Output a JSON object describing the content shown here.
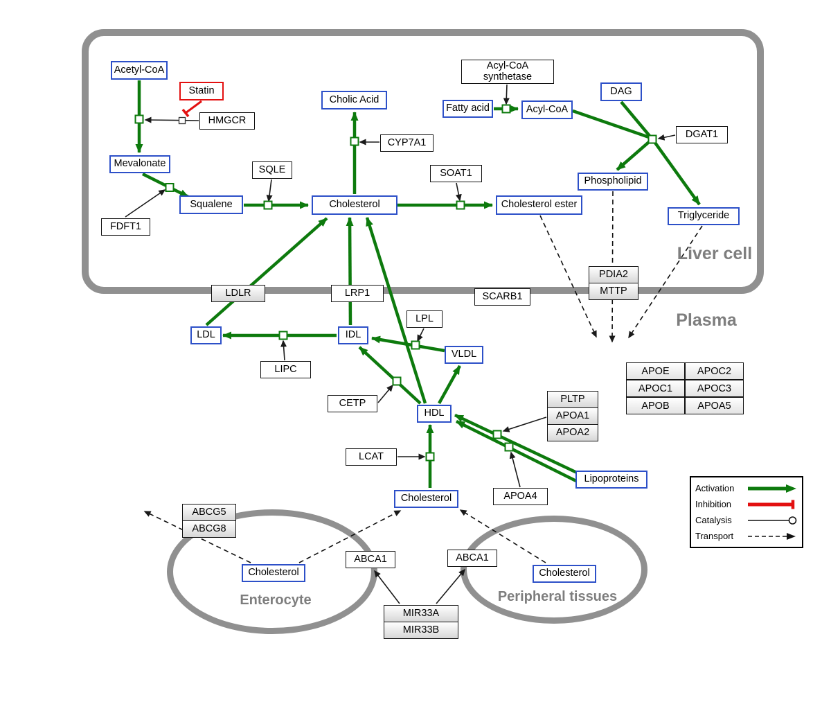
{
  "regions": {
    "liver": "Liver cell",
    "plasma": "Plasma",
    "enterocyte": "Enterocyte",
    "peripheral": "Peripheral tissues"
  },
  "nodes": {
    "acetyl_coa": "Acetyl-CoA",
    "statin": "Statin",
    "hmgcr": "HMGCR",
    "mevalonate": "Mevalonate",
    "fdft1": "FDFT1",
    "squalene": "Squalene",
    "sqle": "SQLE",
    "cholesterol_liver": "Cholesterol",
    "cholic_acid": "Cholic Acid",
    "cyp7a1": "CYP7A1",
    "soat1": "SOAT1",
    "cholesterol_ester": "Cholesterol ester",
    "acyl_coa_synthetase": "Acyl-CoA synthetase",
    "fatty_acid": "Fatty acid",
    "acyl_coa": "Acyl-CoA",
    "dag": "DAG",
    "dgat1": "DGAT1",
    "phospholipid": "Phospholipid",
    "triglyceride": "Triglyceride",
    "ldlr": "LDLR",
    "lrp1": "LRP1",
    "scarb1": "SCARB1",
    "pdia2": "PDIA2",
    "mttp": "MTTP",
    "ldl": "LDL",
    "idl": "IDL",
    "lipc": "LIPC",
    "lpl": "LPL",
    "vldl": "VLDL",
    "cetp": "CETP",
    "hdl": "HDL",
    "lcat": "LCAT",
    "pltp": "PLTP",
    "apoa1": "APOA1",
    "apoa2": "APOA2",
    "apoa4": "APOA4",
    "lipoproteins": "Lipoproteins",
    "apoe": "APOE",
    "apoc2": "APOC2",
    "apoc1": "APOC1",
    "apoc3": "APOC3",
    "apob": "APOB",
    "apoa5": "APOA5",
    "cholesterol_plasma": "Cholesterol",
    "abcg5": "ABCG5",
    "abcg8": "ABCG8",
    "cholesterol_enterocyte": "Cholesterol",
    "cholesterol_peripheral": "Cholesterol",
    "abca1_left": "ABCA1",
    "abca1_right": "ABCA1",
    "mir33a": "MIR33A",
    "mir33b": "MIR33B"
  },
  "legend": {
    "activation": "Activation",
    "inhibition": "Inhibition",
    "catalysis": "Catalysis",
    "transport": "Transport"
  },
  "colors": {
    "activation_green": "#0d7a0d",
    "inhibition_red": "#e31010",
    "metabolite_blue": "#2d50c8",
    "membrane_gray": "#909090"
  }
}
